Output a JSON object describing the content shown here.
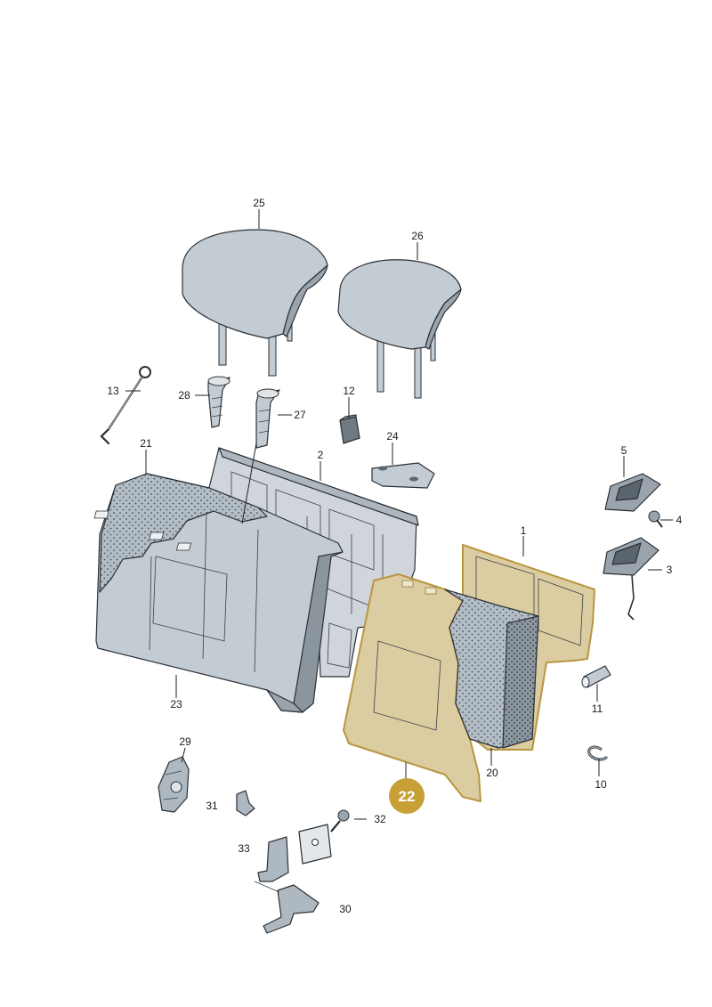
{
  "diagram": {
    "highlighted_part": "22",
    "colors": {
      "part_fill": "#c3ccd3",
      "part_dark": "#8b959d",
      "foam": "#aeb8c0",
      "frame_fill": "#cfd5da",
      "highlight_fill": "#dccca1",
      "highlight_stroke": "#b99640",
      "badge": "#c8a038"
    },
    "labels": {
      "p1": "1",
      "p2": "2",
      "p3": "3",
      "p4": "4",
      "p5": "5",
      "p10": "10",
      "p11": "11",
      "p12": "12",
      "p13": "13",
      "p20": "20",
      "p21": "21",
      "p22": "22",
      "p23": "23",
      "p24": "24",
      "p25": "25",
      "p26": "26",
      "p27": "27",
      "p28": "28",
      "p29": "29",
      "p30": "30",
      "p31": "31",
      "p32": "32",
      "p33": "33"
    }
  }
}
